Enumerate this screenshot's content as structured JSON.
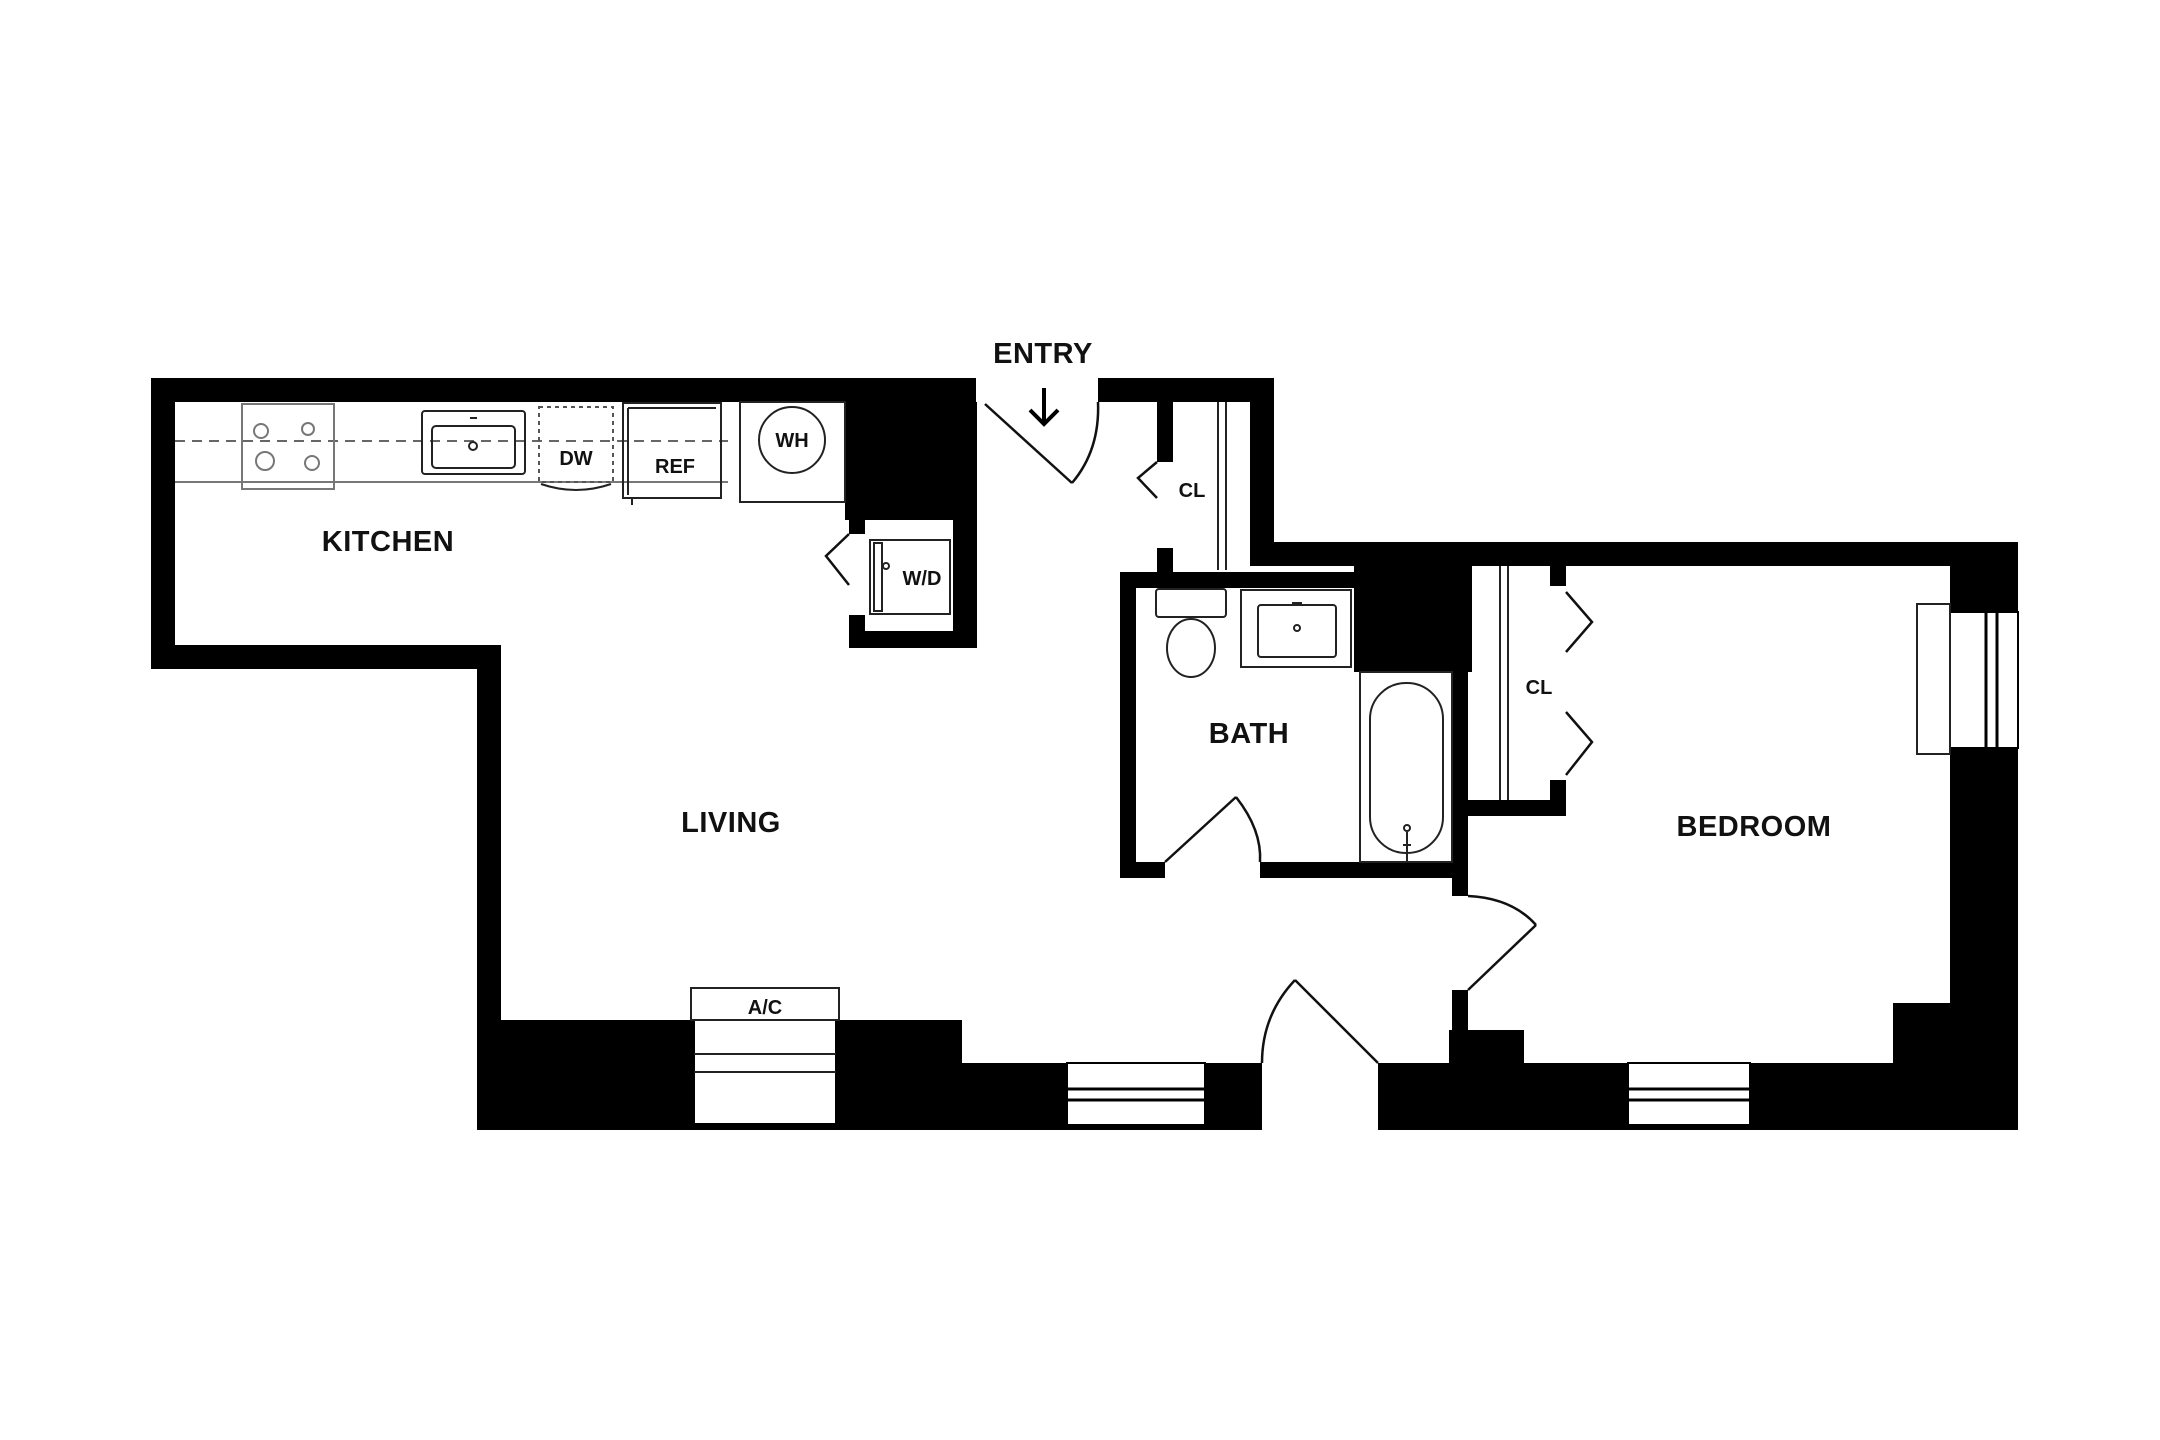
{
  "labels": {
    "entry": "ENTRY",
    "kitchen": "KITCHEN",
    "living": "LIVING",
    "bath": "BATH",
    "bedroom": "BEDROOM",
    "closet_hall": "CL",
    "closet_bedroom": "CL",
    "dishwasher": "DW",
    "refrigerator": "REF",
    "water_heater": "WH",
    "washer_dryer": "W/D",
    "air_conditioner": "A/C"
  },
  "colors": {
    "wall": "#000000",
    "background": "#ffffff",
    "fixture_line": "#777777"
  },
  "icons": {
    "entry_arrow": "arrow-down-icon"
  }
}
